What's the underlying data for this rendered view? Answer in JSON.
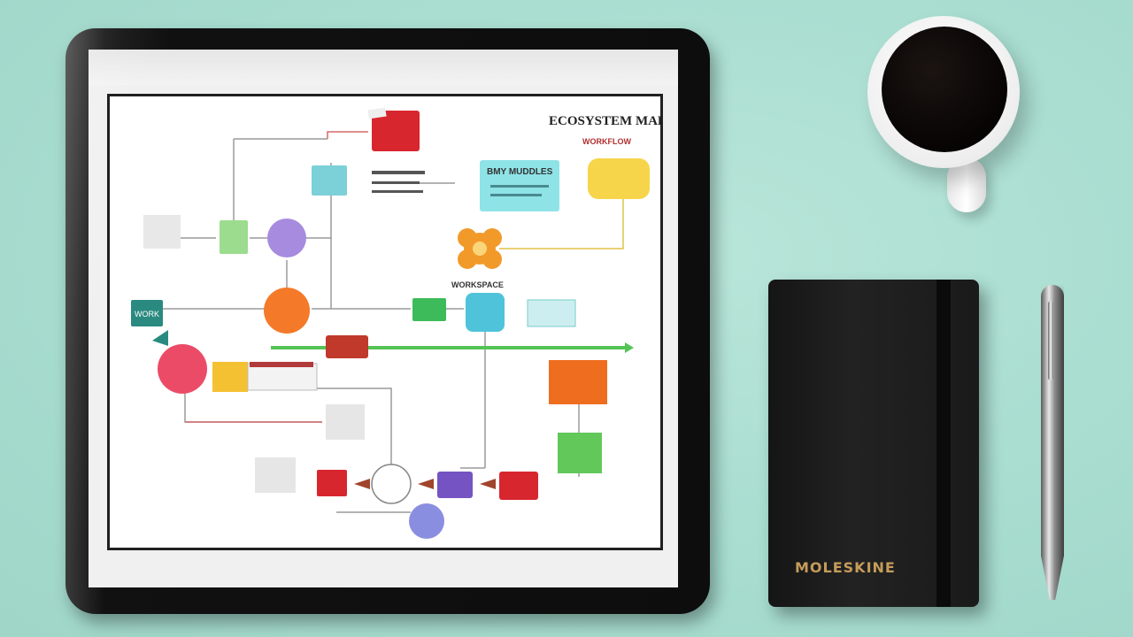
{
  "scene": {
    "notebook_brand": "MOLESKINE"
  },
  "diagram": {
    "title_line1": "ECOSYSTEM MAP",
    "title_line2": "WORKFLOW",
    "blue_box": "BMY MUDDLES",
    "center_label": "WORKSPACE",
    "labels": {
      "left_box": "WORK"
    }
  }
}
